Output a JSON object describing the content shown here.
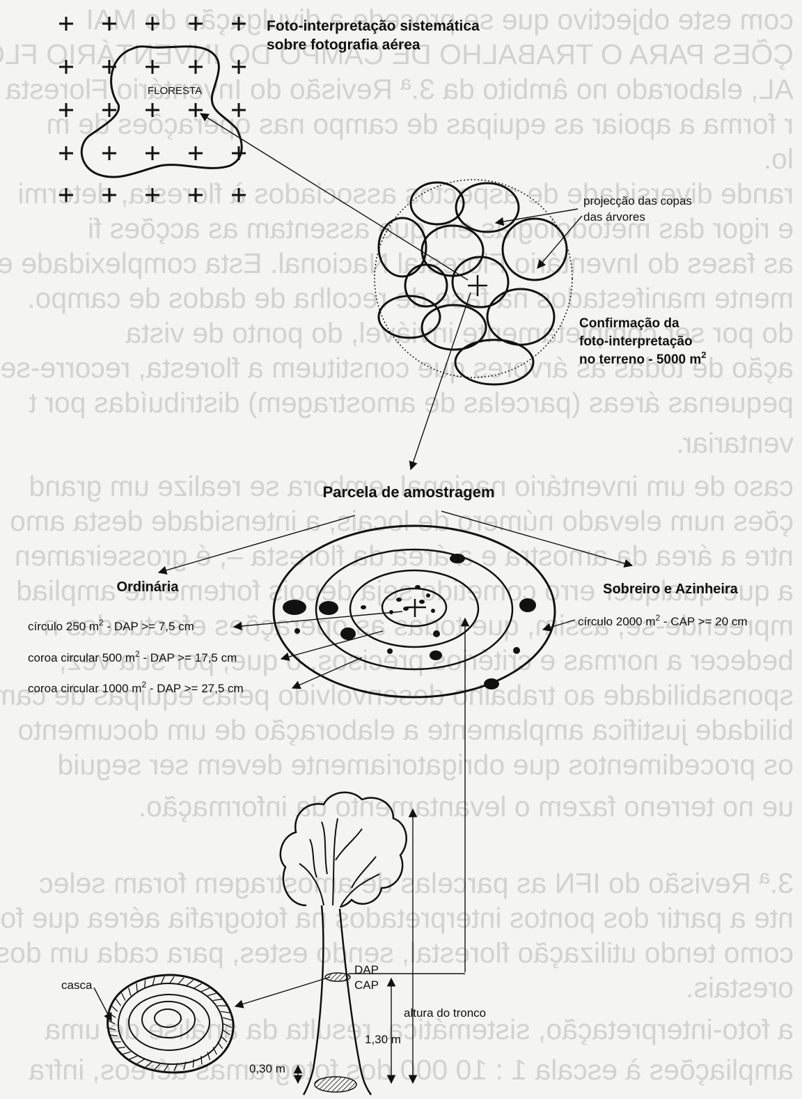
{
  "background_text": [
    "com este objectivo que se procede a divulgação do MAI",
    "ÇÕES PARA O TRABALHO DE CAMPO DO INVENTÁRIO FLO",
    "AL, elaborado no âmbito da 3.ª Revisão do Inventário Floresta",
    "r forma a apoiar as equipas de campo nas operações de m",
    "lo.",
    "rande diversidade de aspectos associados à floresta, determi",
    "e rigor das metodologias em que assentam as acções fi",
    "as fases do Inventário Florestal Nacional. Esta complexidade e",
    "mente manifestados na fase de recolha de dados de campo.",
    "do por ser completamente inviável, do ponto de vista",
    "ação de todas as árvores que constituem a floresta, recorre-se",
    "pequenas áreas (parcelas de amostragem) distribuídas por t",
    "ventariar.",
    "caso de um inventário nacional, embora se realize um grand",
    "ções num elevado número de locais, a intensidade desta amo",
    "ntre a área da amostra e a área da floresta –, é grosseiramen",
    "a que qualquer erro cometido seja depois fortemente ampliad",
    "mpreende-se, assim, que todas as operações efectuadas n",
    "bedecer a normas e critérios precisos, o que, por sua vez,",
    "sponsabilidade ao trabalho desenvolvido pelas equipas de cam",
    "bilidade justifica amplamente a elaboração de um documento",
    "os procedimentos que obrigatoriamente devem ser seguid",
    "ue no terreno fazem o levantamento da informação.",
    "3.ª Revisão do IFN as parcelas de amostragem foram selec",
    "nte a partir dos pontos interpretados na fotografia aérea que fo",
    "como tendo utilização florestal, sendo estes, para cada um dos u",
    "orestais.",
    "a foto-interpretação, sistemática, resulta da análise de uma",
    "ampliações à escala 1 : 10 000 dos fotogramas aéreos, infra"
  ],
  "photo": {
    "title_line1": "Foto-interpretação sistemática",
    "title_line2": "sobre fotografia aérea",
    "forest_label": "FLORESTA"
  },
  "canopy": {
    "projection_line1": "projecção das copas",
    "projection_line2": "das árvores",
    "confirm_line1": "Confirmação da",
    "confirm_line2": "foto-interpretação",
    "confirm_line3": "no terreno - 5000 m",
    "confirm_sup": "2"
  },
  "plot": {
    "title": "Parcela de amostragem",
    "left_heading": "Ordinária",
    "right_heading": "Sobreiro e Azinheira",
    "circle1": {
      "pre": "círculo 250 m",
      "sup": "2",
      "post": " - DAP >= 7,5 cm"
    },
    "ring2": {
      "pre": "coroa circular 500 m",
      "sup": "2",
      "post": " - DAP >= 17,5 cm"
    },
    "ring3": {
      "pre": "coroa circular 1000 m",
      "sup": "2",
      "post": " - DAP >= 27,5 cm"
    },
    "circle4": {
      "pre": "círculo 2000 m",
      "sup": "2",
      "post": " - CAP >= 20 cm"
    }
  },
  "tree": {
    "casca": "casca",
    "dap": "DAP",
    "cap": "CAP",
    "trunk_height": "altura do tronco",
    "h130": "1,30 m",
    "h030": "0,30 m"
  }
}
